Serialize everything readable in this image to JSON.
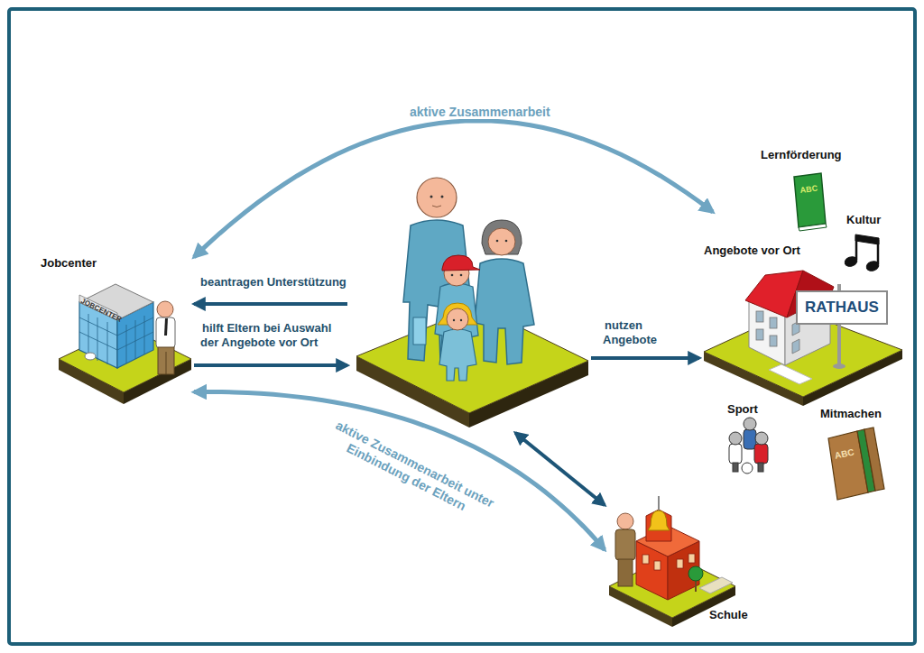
{
  "diagram": {
    "nodes": [
      {
        "text": [
          "Jobcenter",
          "JOBCENTER"
        ]
      },
      {
        "text": []
      },
      {
        "text": [
          "Angebote vor Ort",
          "RATHAUS"
        ]
      },
      {
        "text": [
          "Schule"
        ]
      }
    ],
    "edges": [
      {
        "from": 0,
        "to": 2,
        "label": "aktive Zusammenarbeit",
        "arrow": "both"
      },
      {
        "from": 1,
        "to": 0,
        "label": "beantragen Unterstützung",
        "arrow": "to"
      },
      {
        "from": 0,
        "to": 1,
        "label": "hilft Eltern bei Auswahl der Angebote vor Ort",
        "arrow": "to"
      },
      {
        "from": 1,
        "to": 2,
        "label": "nutzen Angebote",
        "arrow": "to"
      },
      {
        "from": 1,
        "to": 3,
        "arrow": "both"
      },
      {
        "from": 0,
        "to": 3,
        "label": "aktive Zusammenarbeit unter Einbindung der Eltern",
        "arrow": "both"
      }
    ],
    "labels": [
      "Lernförderung",
      "ABC",
      "Kultur",
      "Sport",
      "Mitmachen",
      "ABC"
    ]
  }
}
